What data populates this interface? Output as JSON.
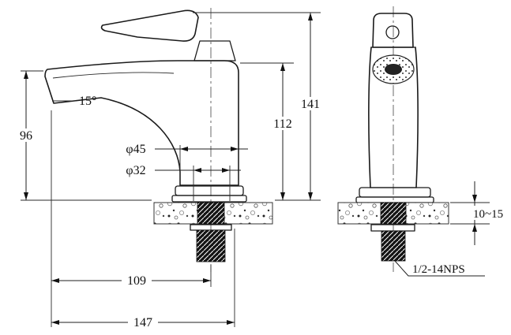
{
  "drawing": {
    "type": "technical-dimension-drawing",
    "subject": "basin-faucet-two-views",
    "side_view": {
      "angle_label": "15°",
      "dim_height_spout": "96",
      "dim_height_body": "112",
      "dim_height_total": "141",
      "dim_dia_base": "φ45",
      "dim_dia_shank": "φ32",
      "dim_width_spout": "109",
      "dim_width_total": "147"
    },
    "front_view": {
      "dim_deck_thickness": "10~15",
      "thread_spec": "1/2-14NPS"
    },
    "colors": {
      "line": "#1a1a1a",
      "background": "#ffffff"
    }
  }
}
